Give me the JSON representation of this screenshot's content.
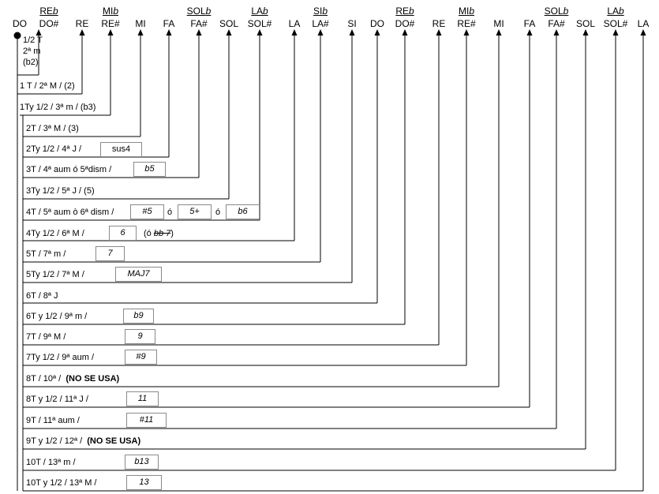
{
  "notes": [
    "DO",
    "DO#",
    "RE",
    "RE#",
    "MI",
    "FA",
    "FA#",
    "SOL",
    "SOL#",
    "LA",
    "LA#",
    "SI",
    "DO",
    "DO#",
    "RE",
    "RE#",
    "MI",
    "FA",
    "FA#",
    "SOL",
    "SOL#",
    "LA"
  ],
  "flats": [
    {
      "base": "RE",
      "mark": "b"
    },
    {
      "base": "MI",
      "mark": "b"
    },
    {
      "base": "SOL",
      "mark": "b"
    },
    {
      "base": "LA",
      "mark": "b"
    },
    {
      "base": "SI",
      "mark": "b"
    },
    {
      "base": "RE",
      "mark": "b"
    },
    {
      "base": "MI",
      "mark": "b"
    },
    {
      "base": "SOL",
      "mark": "b"
    },
    {
      "base": "LA",
      "mark": "b"
    }
  ],
  "first": {
    "line1": "1/2 T",
    "line2": "2ª m",
    "line3": "(b2)"
  },
  "rows": [
    {
      "label": "1 T / 2ª M / (2)"
    },
    {
      "label": "1Ty 1/2 / 3ª m / (b3)"
    },
    {
      "label": "2T / 3ª M / (3)"
    },
    {
      "label": "2Ty 1/2 / 4ª J /",
      "boxes": [
        "sus4"
      ]
    },
    {
      "label": "3T / 4ª aum ó 5ªdism /",
      "boxes": [
        "b5"
      ]
    },
    {
      "label": "3Ty 1/2 / 5ª J / (5)"
    },
    {
      "label": "4T / 5ª aum ò 6ª dism /",
      "boxes": [
        "#5",
        "5+",
        "b6"
      ],
      "sep": "ó"
    },
    {
      "label": "4Ty 1/2 / 6ª M /",
      "boxes": [
        "6"
      ],
      "extra": "(ó bb 7)"
    },
    {
      "label": "5T / 7ª m /",
      "boxes": [
        "7"
      ]
    },
    {
      "label": "5Ty 1/2 / 7ª M /",
      "boxes": [
        "MAJ7"
      ]
    },
    {
      "label": "6T / 8ª J"
    },
    {
      "label": "6T y 1/2 / 9ª m /",
      "boxes": [
        "b9"
      ]
    },
    {
      "label": "7T / 9ª M /",
      "boxes": [
        "9"
      ]
    },
    {
      "label": "7Ty 1/2 / 9ª aum /",
      "boxes": [
        "#9"
      ]
    },
    {
      "label": "8T / 10ª /",
      "bold": "(NO SE USA)"
    },
    {
      "label": "8T y 1/2 / 11ª J /",
      "boxes": [
        "11"
      ]
    },
    {
      "label": "9T / 11ª aum /",
      "boxes": [
        "#11"
      ]
    },
    {
      "label": "9T y 1/2 / 12ª /",
      "bold": "(NO SE USA)"
    },
    {
      "label": "10T / 13ª m /",
      "boxes": [
        "b13"
      ]
    },
    {
      "label": "10T y 1/2 / 13ª M /",
      "boxes": [
        "13"
      ]
    }
  ],
  "extra_parts": {
    "open": "(ó ",
    "struck": "bb 7",
    "close": ")"
  },
  "colors": {
    "line": "#000000",
    "box_border": "#8a8a8a"
  }
}
